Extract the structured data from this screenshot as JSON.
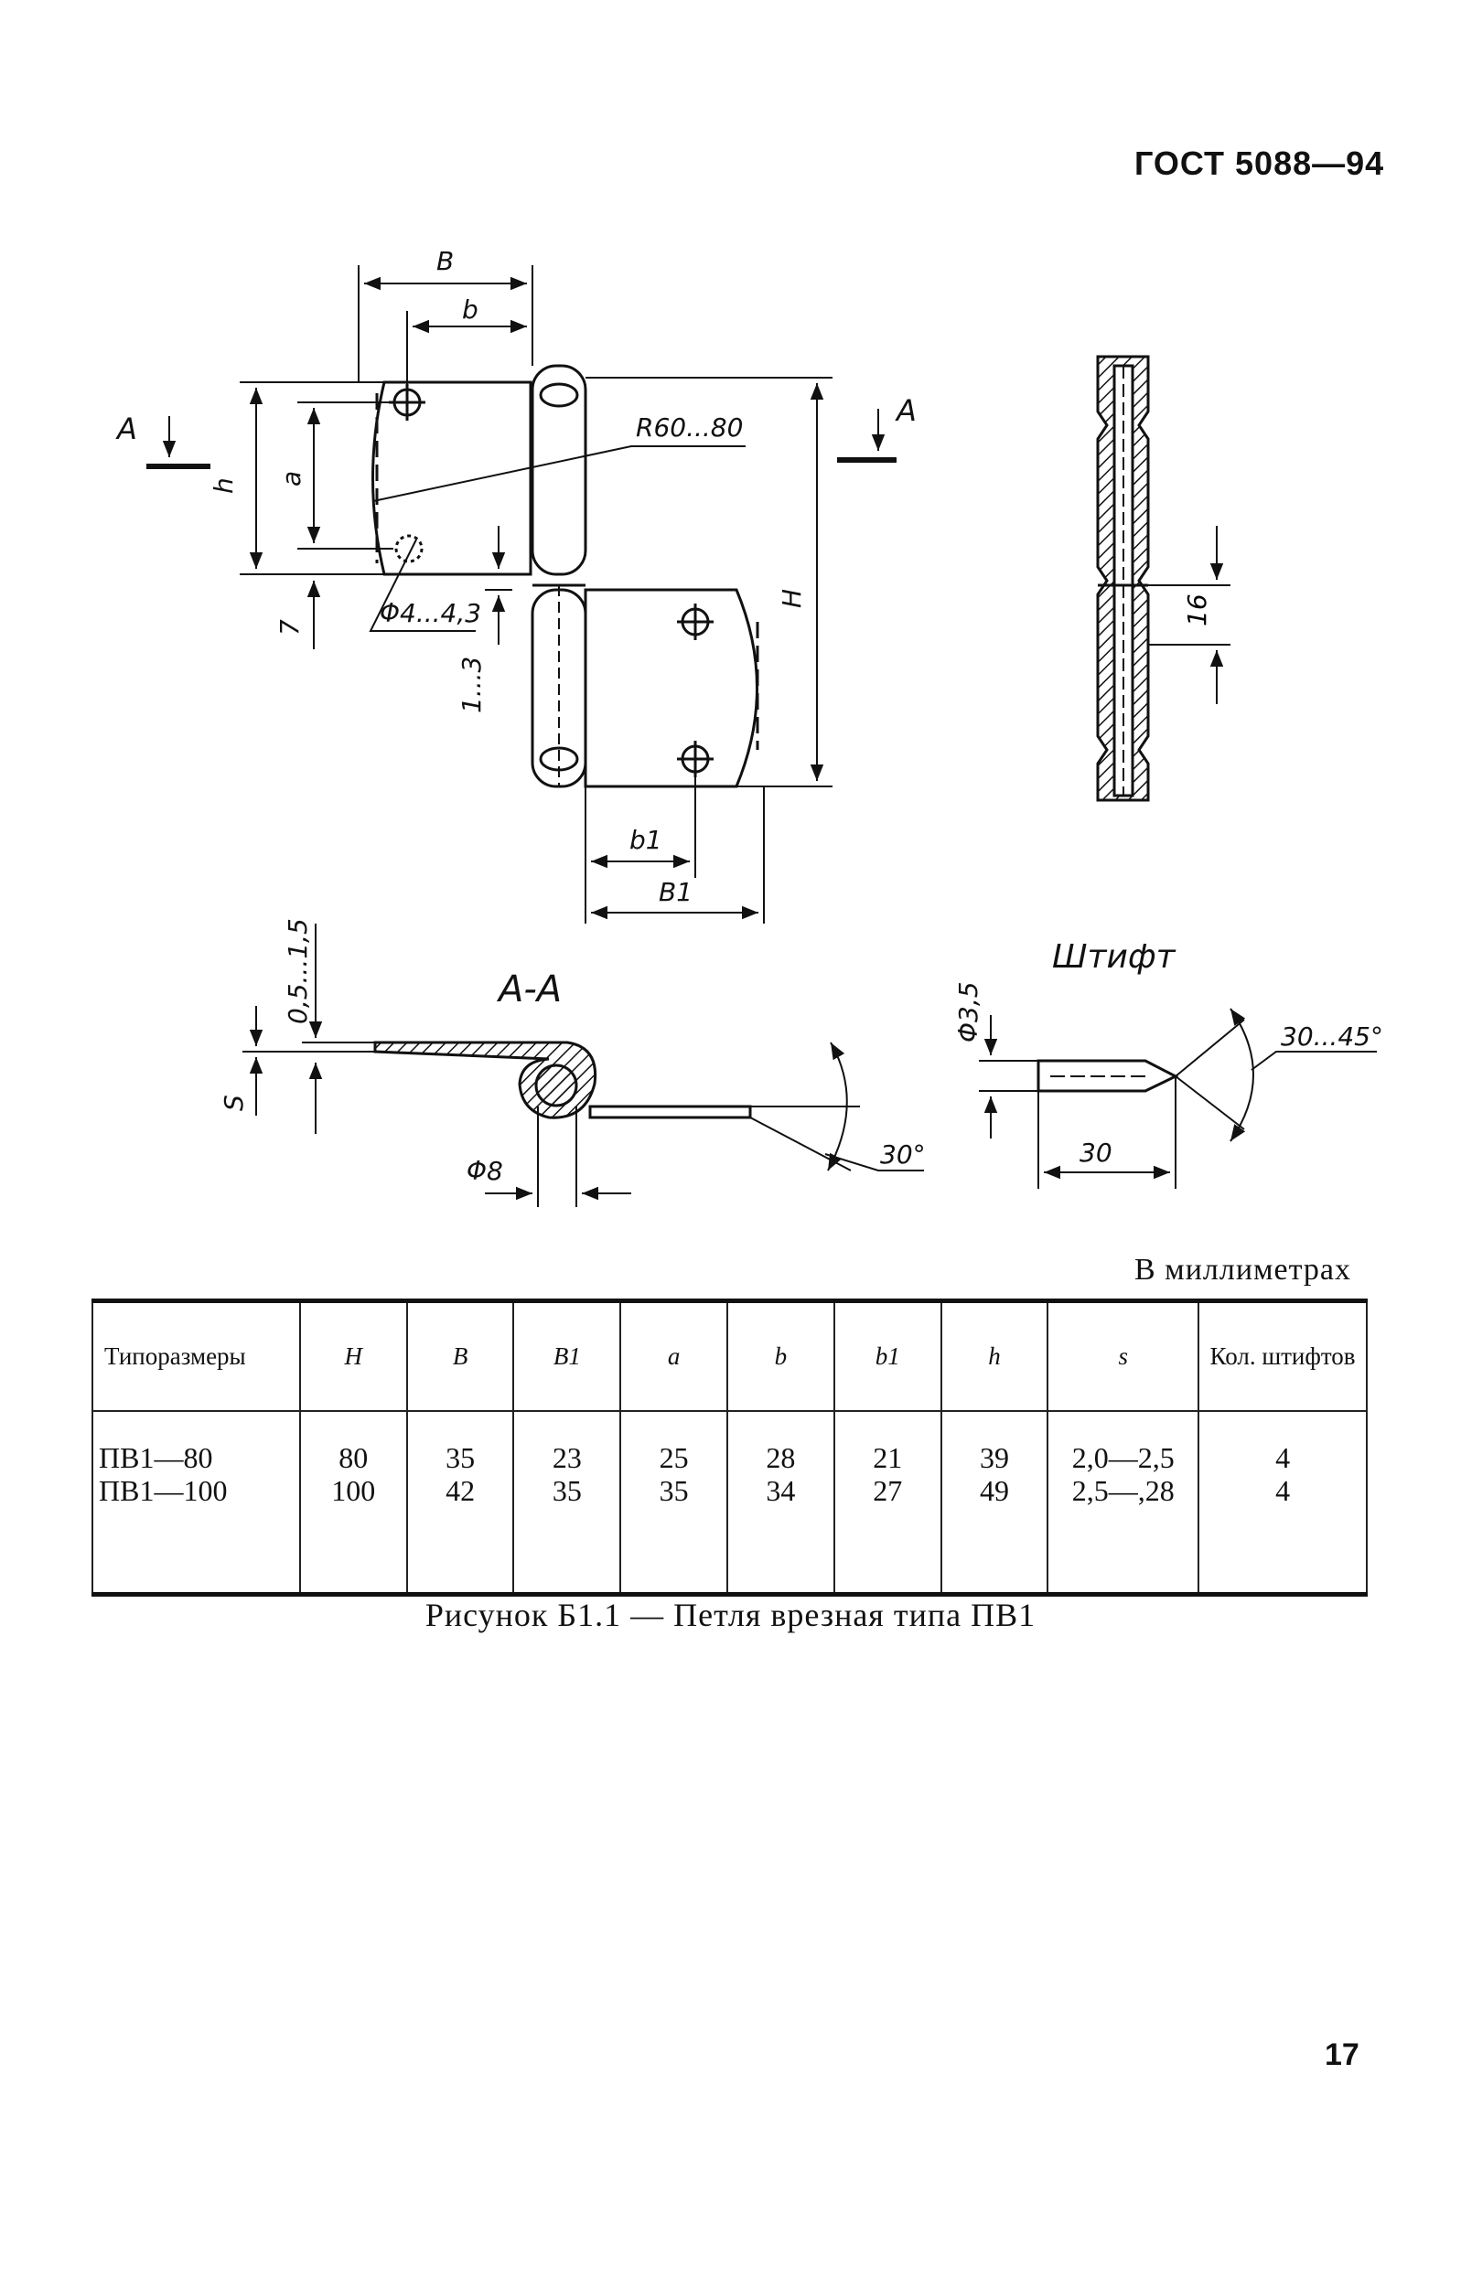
{
  "header": {
    "doc_code": "ГОСТ 5088—94"
  },
  "drawing": {
    "main_view": {
      "label_B": "B",
      "label_b": "b",
      "label_R": "R60...80",
      "label_h": "h",
      "label_a": "a",
      "label_7": "7",
      "label_phi": "Φ4...4,3",
      "label_gap": "1...3",
      "label_H": "H",
      "label_b1": "b1",
      "label_B1": "B1",
      "section_left": "A",
      "section_right": "A"
    },
    "side_view": {
      "label_16": "16"
    },
    "section_aa": {
      "title": "A-A",
      "label_gap": "0,5...1,5",
      "label_s": "S",
      "label_phi8": "Φ8",
      "label_angle": "30°"
    },
    "pin": {
      "title": "Штифт",
      "label_dia": "Φ3,5",
      "label_angle": "30...45°",
      "label_len": "30"
    }
  },
  "units_note": "В миллиметрах",
  "table": {
    "headers": [
      "Типоразмеры",
      "H",
      "B",
      "B1",
      "a",
      "b",
      "b1",
      "h",
      "s",
      "Кол. штифтов"
    ],
    "rows": [
      [
        "ПВ1—80",
        "80",
        "35",
        "23",
        "25",
        "28",
        "21",
        "39",
        "2,0—2,5",
        "4"
      ],
      [
        "ПВ1—100",
        "100",
        "42",
        "35",
        "35",
        "34",
        "27",
        "49",
        "2,5—,28",
        "4"
      ]
    ]
  },
  "caption": "Рисунок Б1.1 — Петля врезная  типа ПВ1",
  "page_number": "17"
}
